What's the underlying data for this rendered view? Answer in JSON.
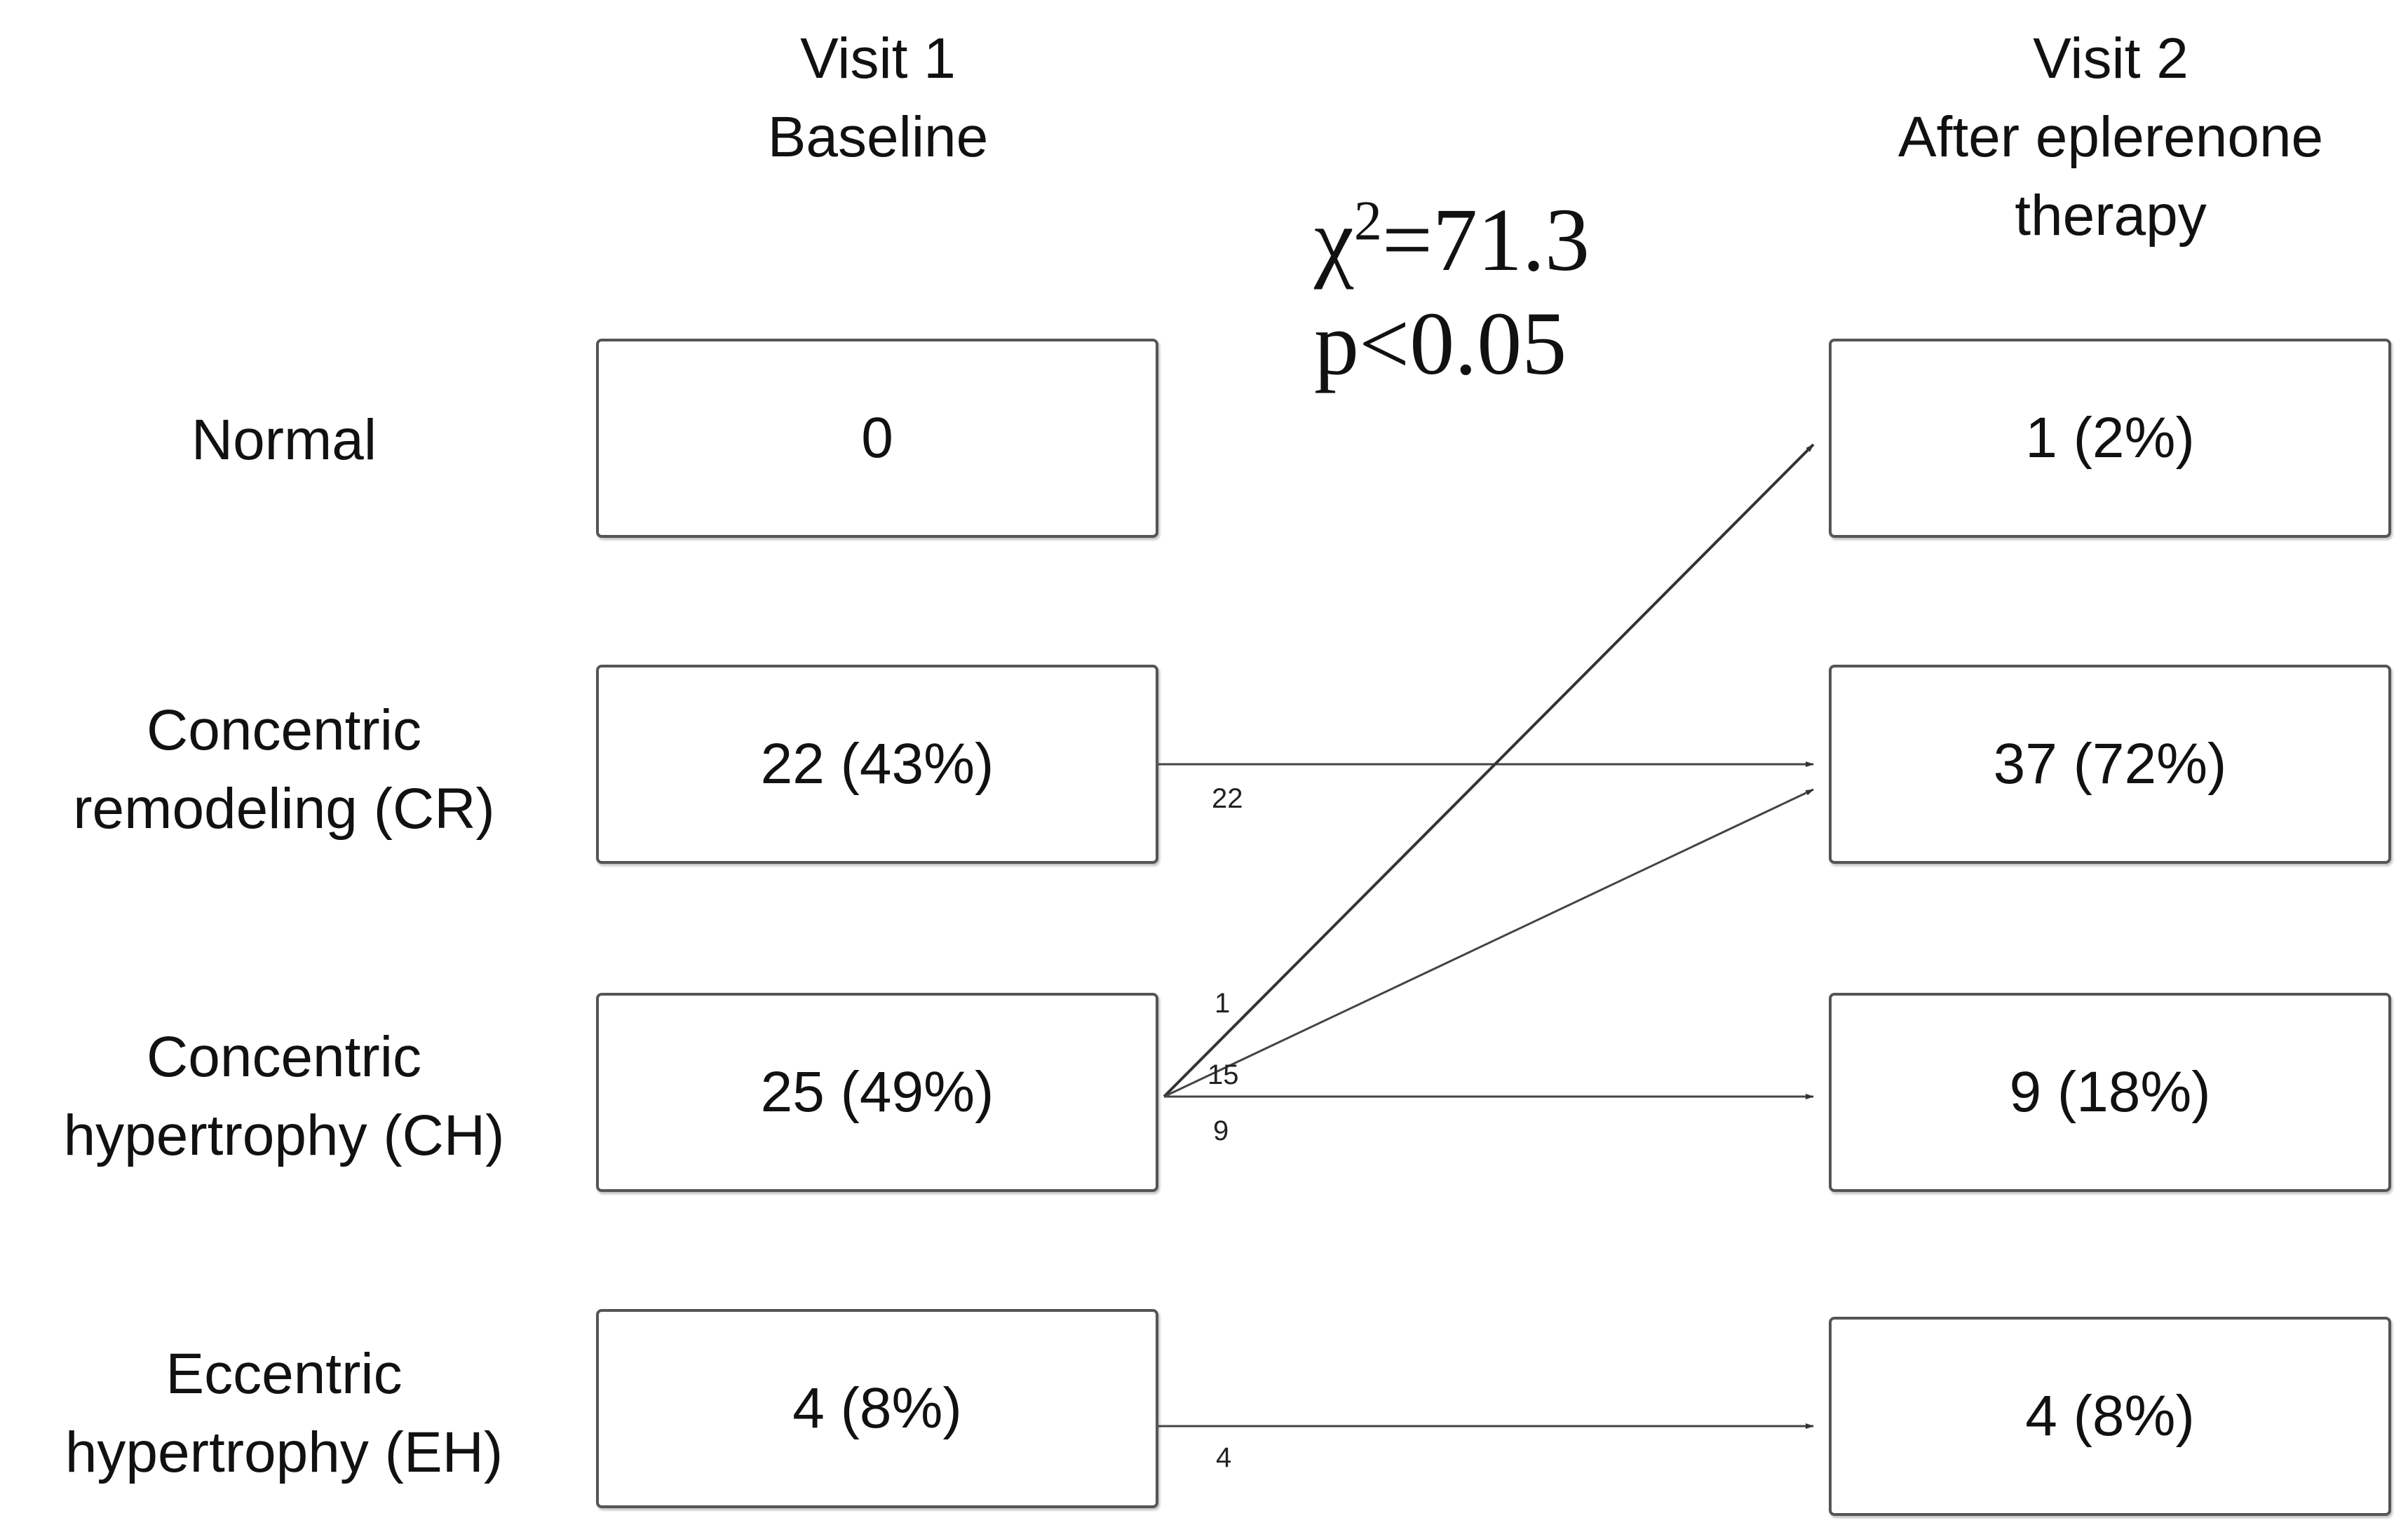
{
  "columns": {
    "visit1": {
      "line1": "Visit 1",
      "line2": "Baseline"
    },
    "visit2": {
      "line1": "Visit 2",
      "line2": "After eplerenone",
      "line3": "therapy"
    }
  },
  "statistics": {
    "chi_symbol": "χ",
    "chi_exponent": "2",
    "chi_value": "=71.3",
    "p_value": "p<0.05"
  },
  "rows": [
    {
      "label_lines": [
        "Normal"
      ],
      "visit1": "0",
      "visit2": "1 (2%)"
    },
    {
      "label_lines": [
        "Concentric",
        "remodeling (CR)"
      ],
      "visit1": "22 (43%)",
      "visit2": "37 (72%)"
    },
    {
      "label_lines": [
        "Concentric",
        "hypertrophy (CH)"
      ],
      "visit1": "25 (49%)",
      "visit2": "9 (18%)"
    },
    {
      "label_lines": [
        "Eccentric",
        "hypertrophy (EH)"
      ],
      "visit1": "4 (8%)",
      "visit2": "4 (8%)"
    }
  ],
  "flows": [
    {
      "from": "CR",
      "to": "CR",
      "count": "22"
    },
    {
      "from": "CH",
      "to": "Normal",
      "count": "1"
    },
    {
      "from": "CH",
      "to": "CR",
      "count": "15"
    },
    {
      "from": "CH",
      "to": "CH",
      "count": "9"
    },
    {
      "from": "EH",
      "to": "EH",
      "count": "4"
    }
  ]
}
